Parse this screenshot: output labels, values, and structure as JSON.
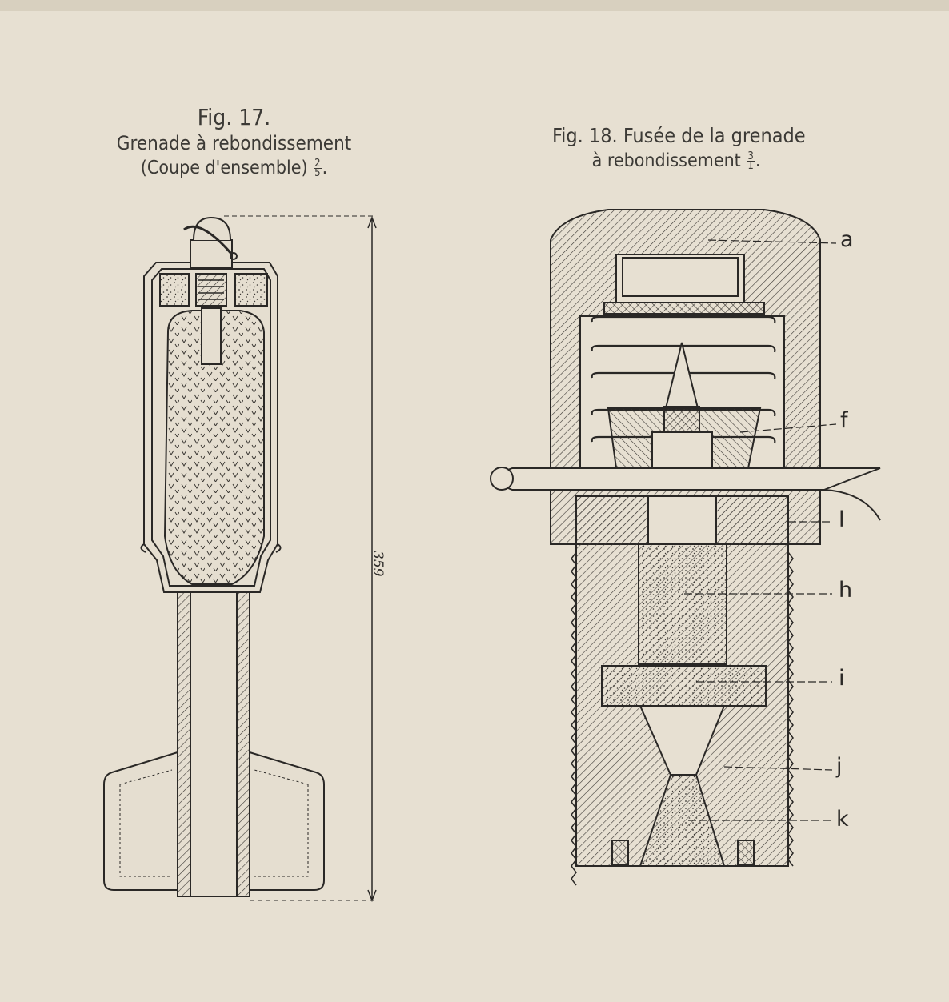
{
  "fig17": {
    "number": "Fig. 17.",
    "title": "Grenade à rebondissement",
    "subtitle_prefix": "(Coupe d'ensemble)",
    "scale_num": "2",
    "scale_den": "5",
    "dimension": "359"
  },
  "fig18": {
    "title_prefix": "Fig. 18. Fusée de la grenade",
    "title_line2": "à rebondissement",
    "scale_num": "3",
    "scale_den": "1",
    "labels": [
      "a",
      "f",
      "l",
      "h",
      "i",
      "j",
      "k"
    ]
  },
  "colors": {
    "paper": "#e7e0d2",
    "ink": "#2a2826",
    "fill": "#dcd3c2"
  }
}
